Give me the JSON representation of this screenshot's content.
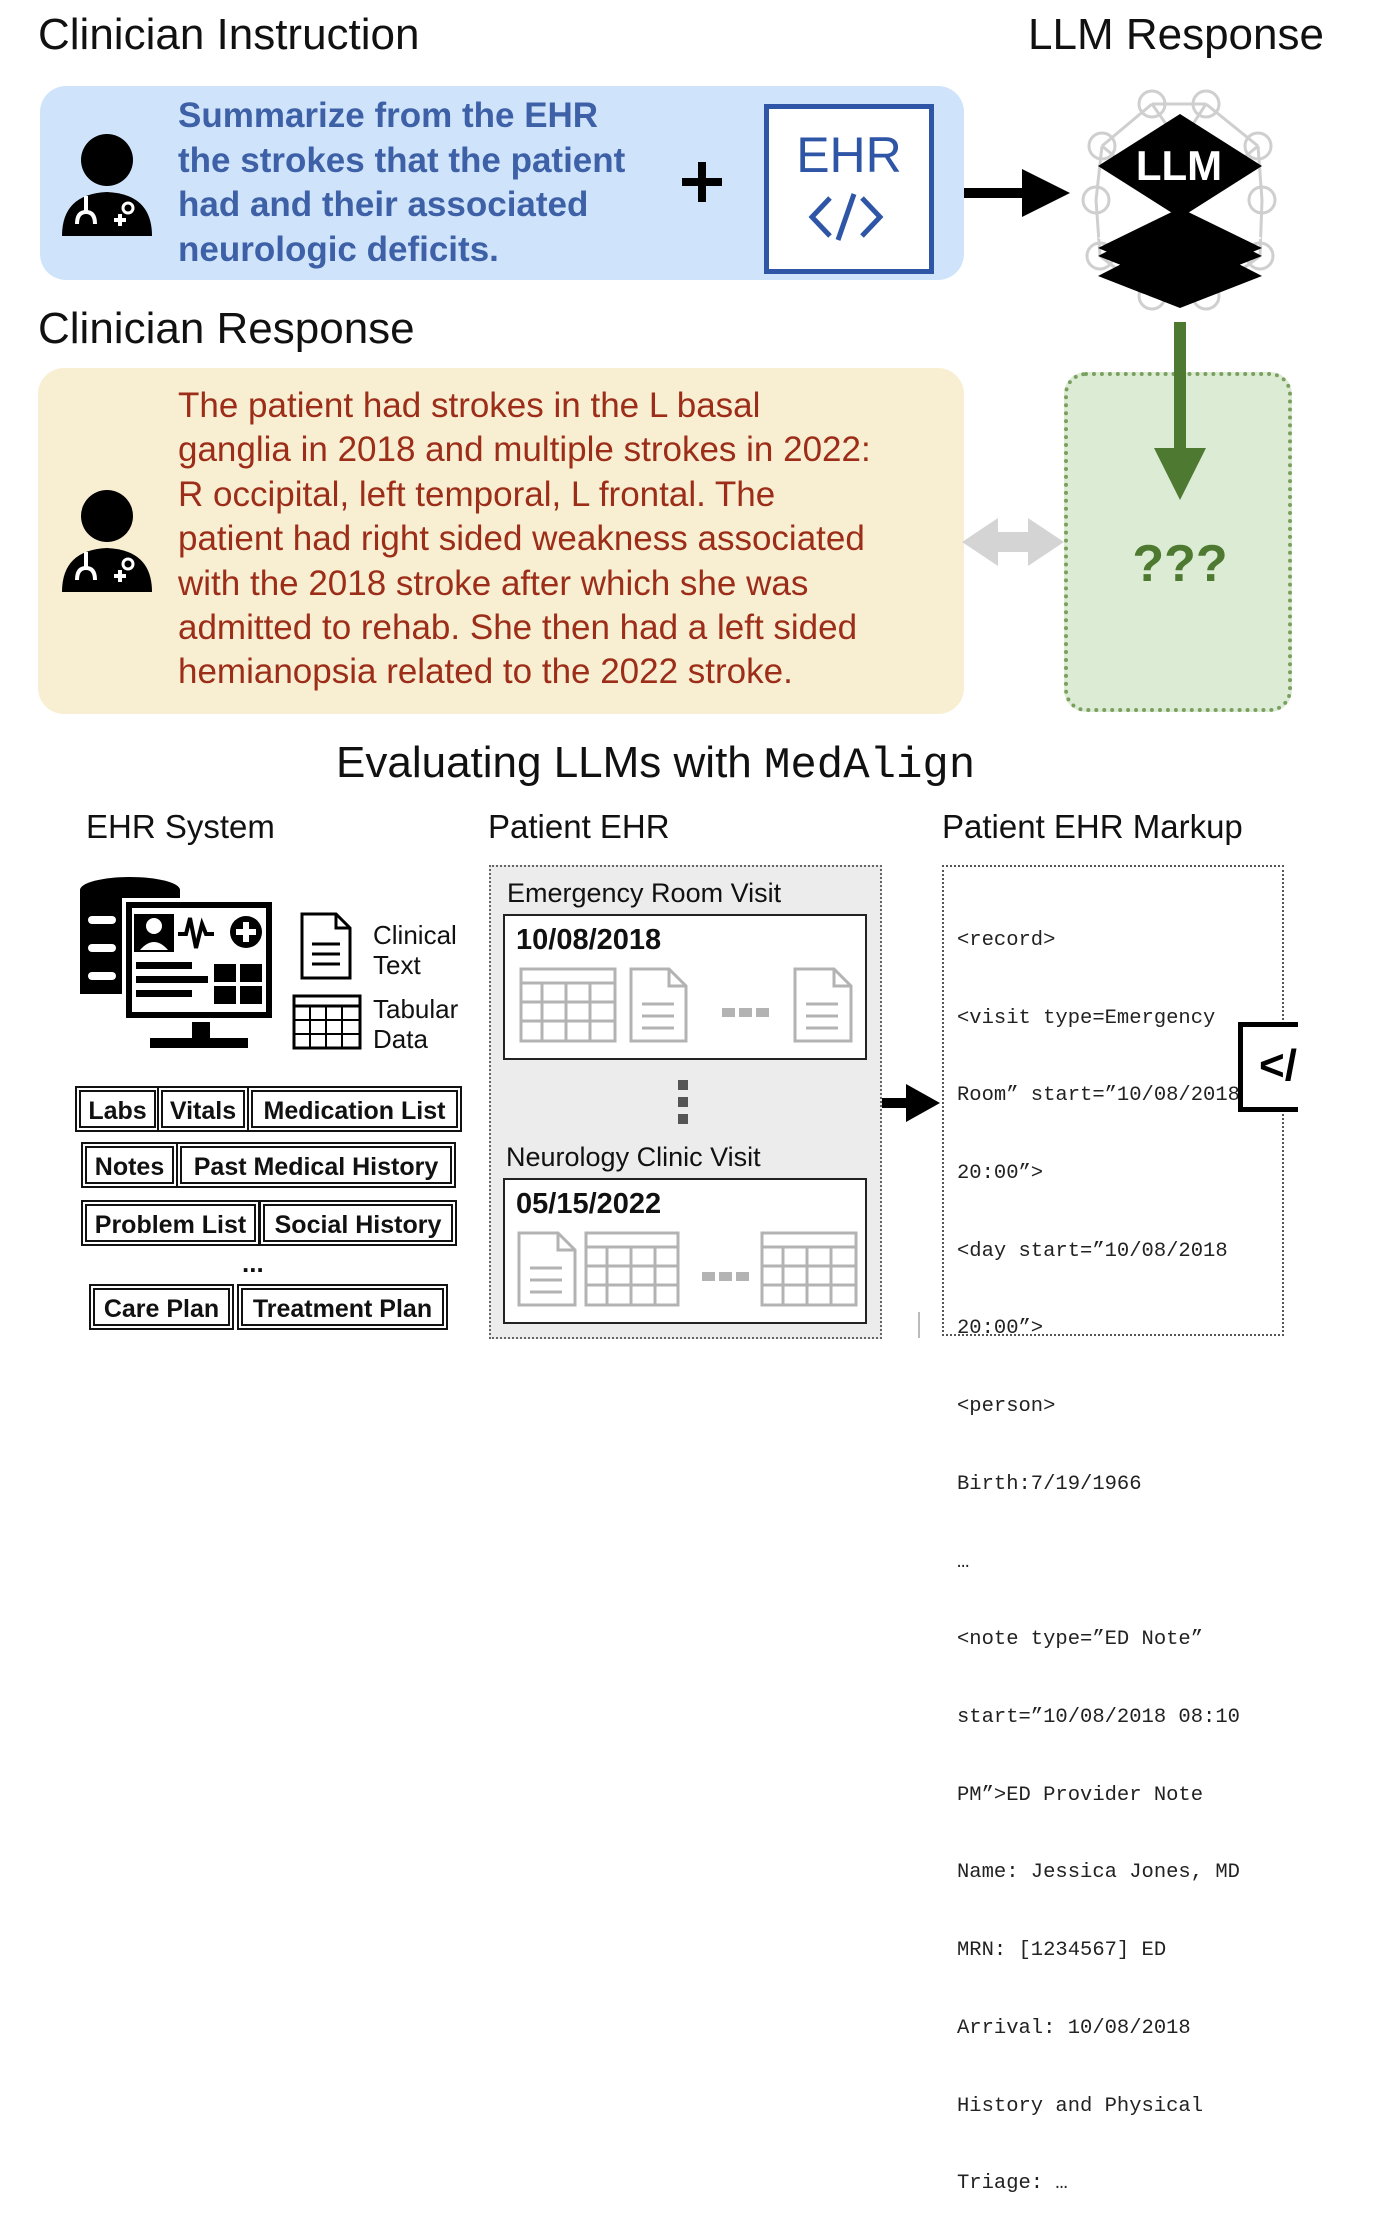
{
  "headers": {
    "clinician_instruction": "Clinician Instruction",
    "llm_response": "LLM Response",
    "clinician_response": "Clinician Response"
  },
  "instruction": {
    "lines": [
      "Summarize from the EHR",
      "the strokes that the patient",
      "had and their associated",
      "neurologic deficits."
    ],
    "ehr_label": "EHR",
    "ehr_code_glyph": "</>"
  },
  "llm_badge": "LLM",
  "response": {
    "lines": [
      "The patient had strokes in the L basal",
      "ganglia in 2018 and multiple strokes in 2022:",
      "R occipital, left temporal, L frontal. The",
      "patient had right sided weakness associated",
      "with the 2018 stroke after which she was",
      "admitted to rehab. She then had a left sided",
      "hemianopsia related to the 2022 stroke."
    ]
  },
  "llm_output": "???",
  "evaluation": {
    "title_prefix": "Evaluating LLMs with ",
    "title_name": "MedAlign"
  },
  "ehr_system": {
    "title": "EHR System",
    "clinical_text_lines": [
      "Clinical",
      "Text"
    ],
    "tabular_data_lines": [
      "Tabular",
      "Data"
    ],
    "categories": [
      "Labs",
      "Vitals",
      "Medication List",
      "Notes",
      "Past Medical History",
      "Problem List",
      "Social History",
      "Care Plan",
      "Treatment Plan"
    ],
    "ellipsis": "..."
  },
  "patient_ehr": {
    "title": "Patient EHR",
    "visits": [
      {
        "name": "Emergency Room Visit",
        "date": "10/08/2018"
      },
      {
        "name": "Neurology Clinic Visit",
        "date": "05/15/2022"
      }
    ]
  },
  "markup": {
    "title": "Patient EHR Markup",
    "lines": [
      "<record>",
      "<visit type=Emergency",
      "Room” start=”10/08/2018",
      "20:00”>",
      "<day start=”10/08/2018",
      "20:00”>",
      "<person>",
      "Birth:7/19/1966",
      "…",
      "<note type=”ED Note”",
      "start=”10/08/2018 08:10",
      "PM”>ED Provider Note",
      "Name: Jessica Jones, MD",
      "MRN: [1234567] ED",
      "Arrival: 10/08/2018",
      "History and Physical",
      "Triage: …"
    ],
    "code_glyph": "</"
  },
  "colors": {
    "instruction_bg": "#cfe4fb",
    "instruction_text": "#3d60a6",
    "response_bg": "#f8eed2",
    "response_text": "#9c2d18",
    "output_bg": "#dcebd3",
    "output_accent": "#4d7a30"
  }
}
